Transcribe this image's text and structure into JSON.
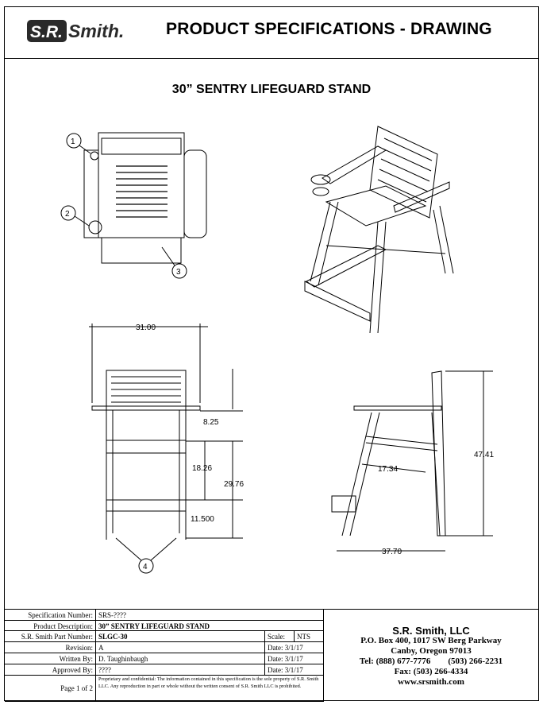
{
  "header": {
    "logo_text": "S.R.Smith",
    "title": "PRODUCT SPECIFICATIONS - DRAWING"
  },
  "document_title": "30” SENTRY LIFEGUARD STAND",
  "callouts": [
    "1",
    "2",
    "3",
    "4"
  ],
  "dimensions": {
    "width": "31.00",
    "seat_to_arm": "8.25",
    "step_to_seat": "18.26",
    "seat_height": "29.76",
    "step_height": "11.500",
    "side_angle_dim": "17.34",
    "overall_height": "47.41",
    "depth": "37.70"
  },
  "title_block": {
    "rows": [
      {
        "label": "Specification Number:",
        "value": "SRS-????"
      },
      {
        "label": "Product Description:",
        "value": "30” SENTRY LIFEGUARD STAND"
      },
      {
        "label": "S.R. Smith Part Number:",
        "value": "SLGC-30"
      },
      {
        "label": "Revision:",
        "value": "A"
      },
      {
        "label": "Written By:",
        "value": "D. Taughinbaugh"
      },
      {
        "label": "Approved By:",
        "value": "????"
      }
    ],
    "scale_label": "Scale:",
    "scale_value": "NTS",
    "dates": [
      "Date: 3/1/17",
      "Date: 3/1/17",
      "Date: 3/1/17"
    ],
    "page": "Page 1 of 2",
    "notice": "Proprietary and confidential: The information contained in this specification is the sole property of S.R. Smith LLC.  Any reproduction in part or whole without the written consent of S.R. Smith LLC is prohibited.",
    "company": {
      "name": "S.R. Smith, LLC",
      "address1": "P.O. Box 400, 1017 SW Berg Parkway",
      "address2": "Canby, Oregon 97013",
      "tel": "Tel: (888) 677-7776        (503) 266-2231",
      "fax": "Fax: (503) 266-4334",
      "web": "www.srsmith.com"
    }
  }
}
